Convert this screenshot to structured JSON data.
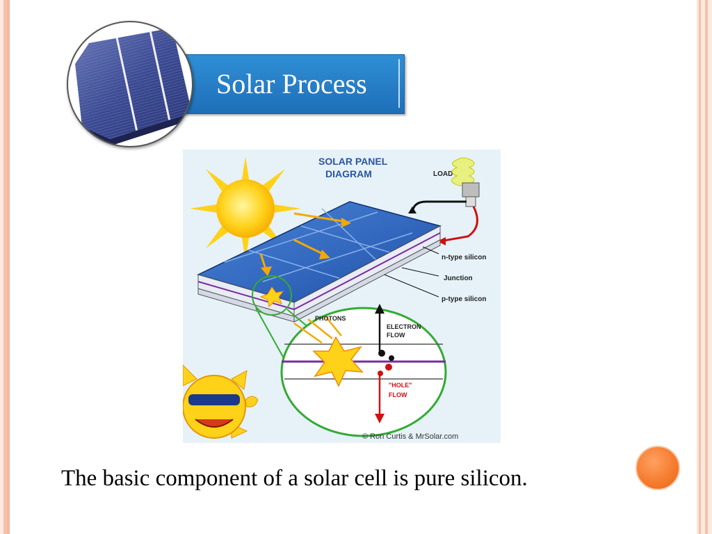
{
  "slide": {
    "title": "Solar Process",
    "caption": "The basic component of a solar cell is pure silicon."
  },
  "diagram": {
    "title_line1": "SOLAR PANEL",
    "title_line2": "DIAGRAM",
    "load_label": "LOAD",
    "n_type_label": "n-type silicon",
    "junction_label": "Junction",
    "p_type_label": "p-type silicon",
    "photons_label": "PHOTONS",
    "electron_flow_line1": "ELECTRON",
    "electron_flow_line2": "FLOW",
    "hole_flow_line1": "\"HOLE\"",
    "hole_flow_line2": "FLOW",
    "credit": "© Ron Curtis & MrSolar.com"
  },
  "colors": {
    "banner": "#1e6fb8",
    "accent_dot": "#f47a2c",
    "border": "#f4b8a0"
  }
}
